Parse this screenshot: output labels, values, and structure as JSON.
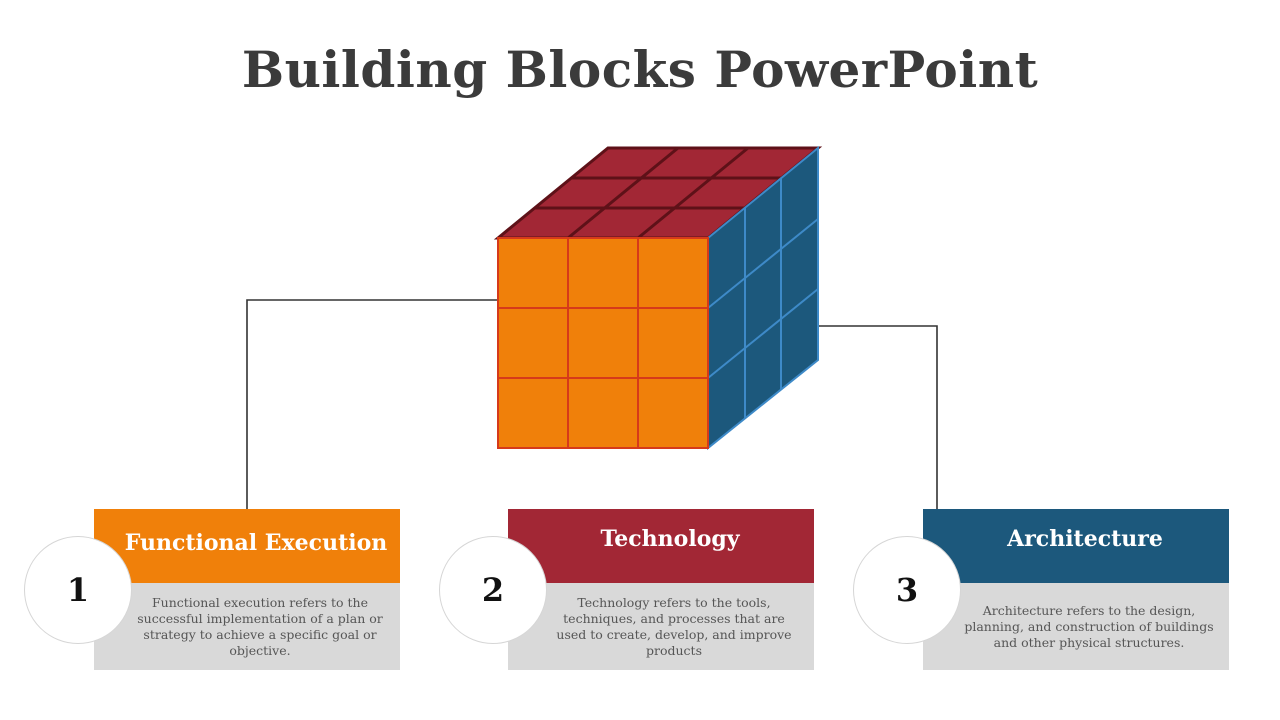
{
  "slide": {
    "title": "Building Blocks PowerPoint"
  },
  "colors": {
    "orange": "#f0800a",
    "red": "#a22735",
    "blue": "#1c587c",
    "body_bg": "#d9d9d9",
    "title_text": "#3b3b3b"
  },
  "cards": [
    {
      "number": "1",
      "heading": "Functional Execution",
      "description": "Functional execution refers to the successful implementation of a plan or strategy to achieve a specific goal or objective.",
      "color": "#f0800a"
    },
    {
      "number": "2",
      "heading": "Technology",
      "description": "Technology refers to the tools, techniques, and processes that are used to create, develop, and improve products",
      "color": "#a22735"
    },
    {
      "number": "3",
      "heading": "Architecture",
      "description": "Architecture refers to the design, planning, and construction of buildings and other physical structures.",
      "color": "#1c587c"
    }
  ]
}
